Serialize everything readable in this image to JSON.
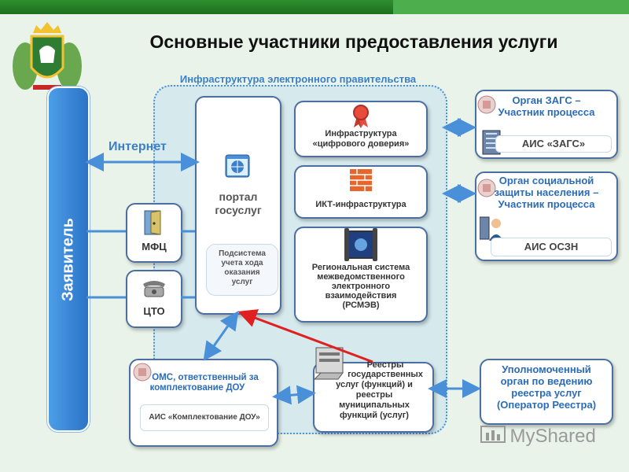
{
  "title": "Основные участники предоставления услуги",
  "infra_label": "Инфраструктура электронного правительства",
  "applicant": "Заявитель",
  "internet": "Интернет",
  "mfc": "МФЦ",
  "cto": "ЦТО",
  "portal": {
    "line1": "портал",
    "line2": "госуслуг"
  },
  "subsystem": {
    "l1": "Подсистема",
    "l2": "учета хода",
    "l3": "оказания",
    "l4": "услуг"
  },
  "trust": {
    "l1": "Инфраструктура",
    "l2": "«цифрового доверия»"
  },
  "ict": "ИКТ-инфраструктура",
  "rsmev": {
    "l1": "Региональная система",
    "l2": "межведомственного",
    "l3": "электронного",
    "l4": "взаимодействия",
    "l5": "(РСМЭВ)"
  },
  "registries": {
    "l1": "Реестры",
    "l2": "государственных",
    "l3": "услуг (функций) и",
    "l4": "реестры",
    "l5": "муниципальных",
    "l6": "функций (услуг)"
  },
  "oms": {
    "l1": "ОМС, ответственный за",
    "l2": "комплектование ДОУ",
    "ais": "АИС «Комплектование ДОУ»"
  },
  "zags": {
    "l1": "Орган ЗАГС –",
    "l2": "Участник процесса",
    "ais": "АИС «ЗАГС»"
  },
  "oszn": {
    "l1": "Орган социальной",
    "l2": "защиты населения –",
    "l3": "Участник процесса",
    "ais": "АИС ОСЗН"
  },
  "operator": {
    "l1": "Уполномоченный",
    "l2": "орган по ведению",
    "l3": "реестра услуг",
    "l4": "(Оператор Реестра)"
  },
  "watermark": "MyShared",
  "colors": {
    "accent_blue": "#3a7fc8",
    "border_blue": "#4a6fa0",
    "red_arrow": "#e02020",
    "green_bar": "#2f8f2f"
  },
  "icons": [
    "coat-of-arms-icon",
    "globe-window-icon",
    "medal-icon",
    "brick-wall-icon",
    "network-tablet-icon",
    "door-icon",
    "telephone-icon",
    "server-icon",
    "office-building-icon",
    "person-icon",
    "puzzle-icon"
  ]
}
